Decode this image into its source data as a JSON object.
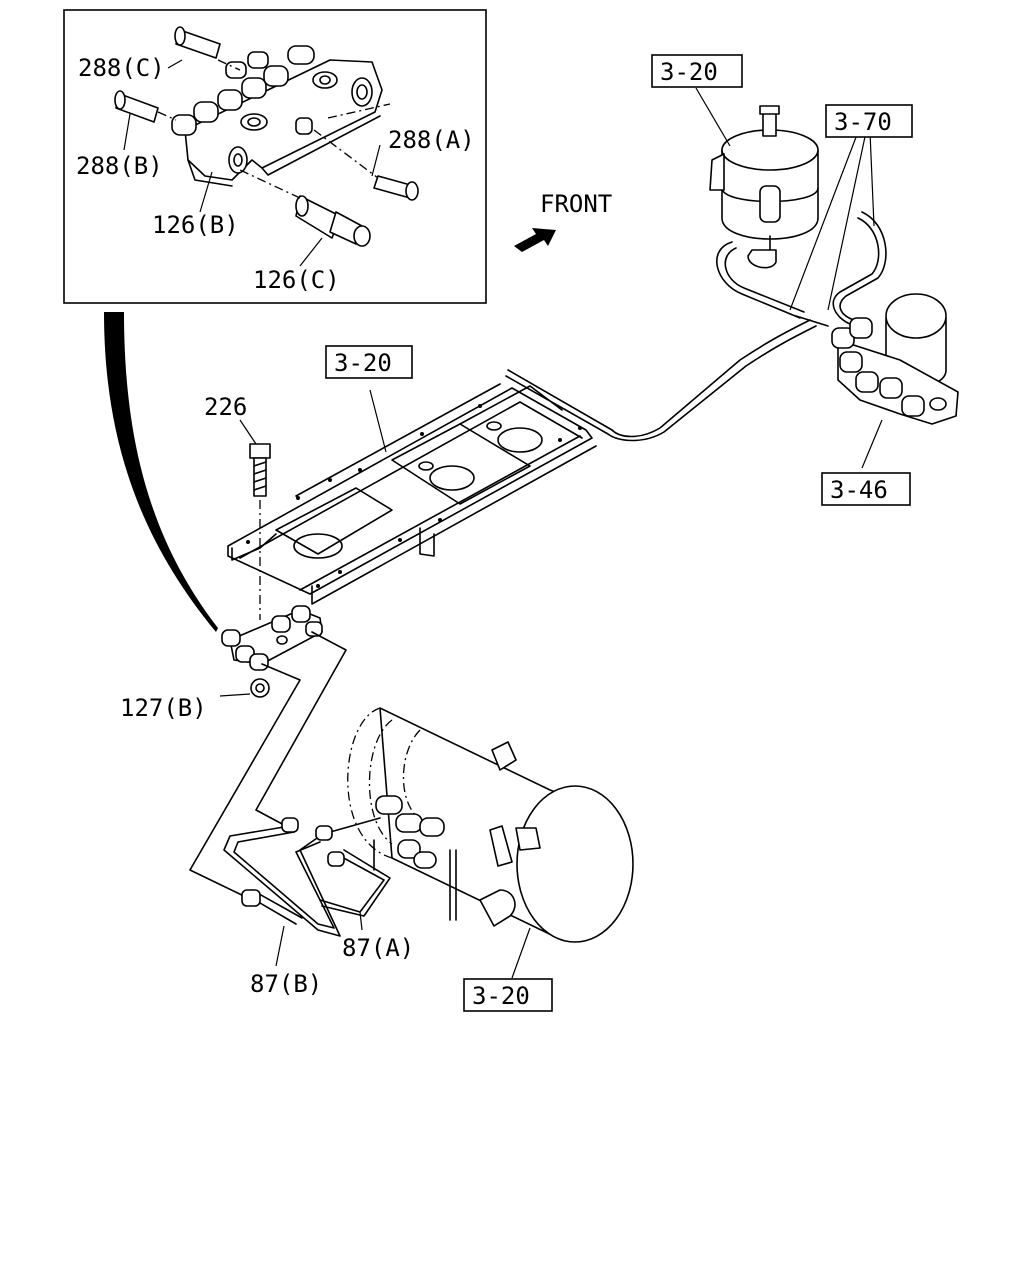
{
  "direction_label": "FRONT",
  "callouts": {
    "inset_288c": "288(C)",
    "inset_288b": "288(B)",
    "inset_288a": "288(A)",
    "inset_126b": "126(B)",
    "inset_126c": "126(C)",
    "ref_dryer_top": "3-20",
    "ref_hoses": "3-70",
    "ref_frame": "3-20",
    "ref_valve": "3-46",
    "part_226": "226",
    "part_127b": "127(B)",
    "part_87a": "87(A)",
    "part_87b": "87(B)",
    "ref_tank": "3-20"
  }
}
